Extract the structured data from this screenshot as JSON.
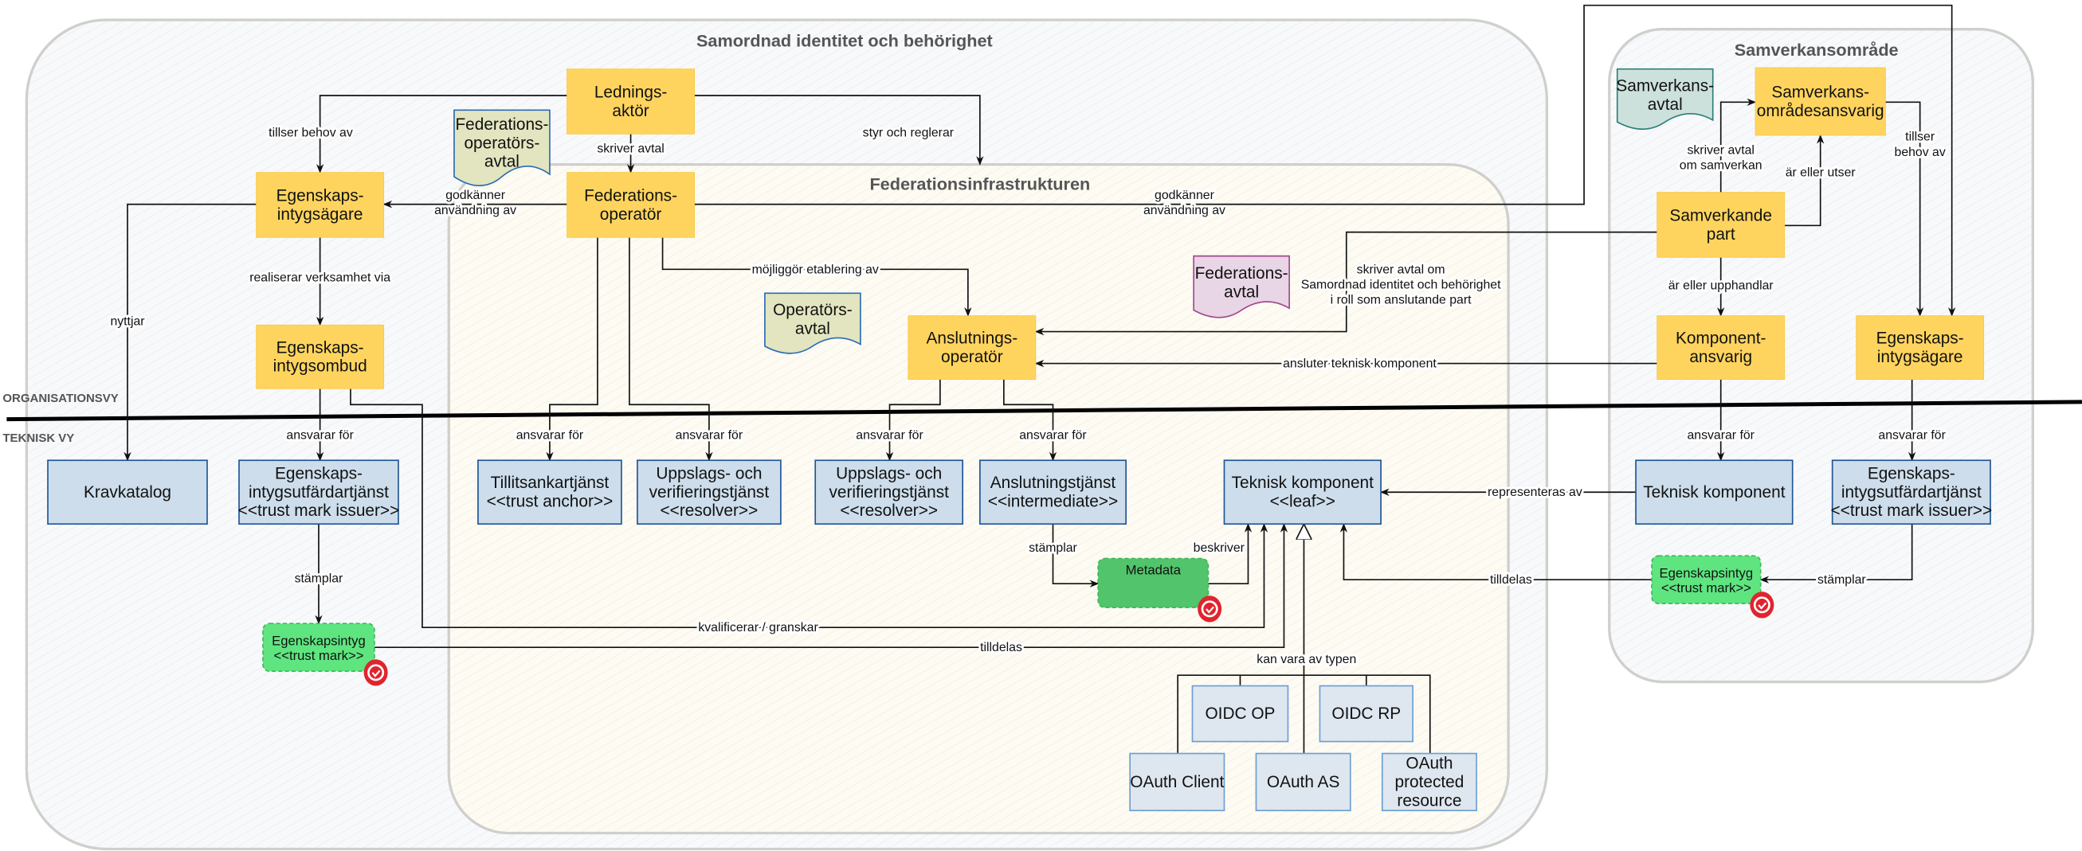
{
  "titles": {
    "samordnad": "Samordnad identitet och behörighet",
    "federation": "Federationsinfrastrukturen",
    "samverkan": "Samverkansområde"
  },
  "views": {
    "org": "ORGANISATIONSVY",
    "tech": "TEKNISK VY"
  },
  "nodes": {
    "ledningsaktor": [
      "Lednings-",
      "aktör"
    ],
    "federationsoperator": [
      "Federations-",
      "operatör"
    ],
    "egenskapsintygsagare_left": [
      "Egenskaps-",
      "intygsägare"
    ],
    "egenskapsintygsombud": [
      "Egenskaps-",
      "intygsombud"
    ],
    "anslutningsoperator": [
      "Anslutnings-",
      "operatör"
    ],
    "samverkansomradesansvarig": [
      "Samverkans-",
      "områdesansvarig"
    ],
    "samverkande_part": [
      "Samverkande",
      "part"
    ],
    "komponentansvarig": [
      "Komponent-",
      "ansvarig"
    ],
    "egenskapsintygsagare_right": [
      "Egenskaps-",
      "intygsägare"
    ],
    "federationsoperatorsavtal": [
      "Federations-",
      "operatörs-",
      "avtal"
    ],
    "operatorsavtal": [
      "Operatörs-",
      "avtal"
    ],
    "federationsavtal": [
      "Federations-",
      "avtal"
    ],
    "samverkansavtal": [
      "Samverkans-",
      "avtal"
    ],
    "kravkatalog": [
      "Kravkatalog"
    ],
    "utfardartjanst_left": [
      "Egenskaps-",
      "intygsutfärdartjänst",
      "<<trust mark issuer>>"
    ],
    "tillitsankartjanst": [
      "Tillitsankartjänst",
      "<<trust anchor>>"
    ],
    "uppslag1": [
      "Uppslags- och",
      "verifieringstjänst",
      "<<resolver>>"
    ],
    "uppslag2": [
      "Uppslags- och",
      "verifieringstjänst",
      "<<resolver>>"
    ],
    "anslutningstjanst": [
      "Anslutningstjänst",
      "<<intermediate>>"
    ],
    "teknisk_leaf": [
      "Teknisk komponent",
      "<<leaf>>"
    ],
    "teknisk_right": [
      "Teknisk komponent"
    ],
    "utfardartjanst_right": [
      "Egenskaps-",
      "intygsutfärdartjänst",
      "<<trust mark issuer>>"
    ],
    "metadata": [
      "Metadata"
    ],
    "trustmark_left": [
      "Egenskapsintyg",
      "<<trust mark>>"
    ],
    "trustmark_right": [
      "Egenskapsintyg",
      "<<trust mark>>"
    ],
    "oidc_op": [
      "OIDC OP"
    ],
    "oidc_rp": [
      "OIDC RP"
    ],
    "oauth_client": [
      "OAuth Client"
    ],
    "oauth_as": [
      "OAuth AS"
    ],
    "oauth_protected": [
      "OAuth",
      "protected",
      "resource"
    ]
  },
  "edge_labels": {
    "tillser_left": [
      "tillser behov av"
    ],
    "styr": [
      "styr och reglerar"
    ],
    "skriver_avtal": [
      "skriver avtal"
    ],
    "godkanner_left": [
      "godkänner",
      "användning av"
    ],
    "godkanner_right": [
      "godkänner",
      "användning av"
    ],
    "realiserar": [
      "realiserar verksamhet via"
    ],
    "nyttjar": [
      "nyttjar"
    ],
    "mojliggor": [
      "möjliggör etablering av"
    ],
    "skriver_ansl": [
      "skriver avtal om",
      "Samordnad identitet och behörighet",
      "i roll som anslutande part"
    ],
    "ansluter": [
      "ansluter teknisk komponent"
    ],
    "skriver_samv": [
      "skriver avtal",
      "om samverkan"
    ],
    "ar_utser": [
      "är eller utser"
    ],
    "tillser_right": [
      "tillser",
      "behov av"
    ],
    "upphandlar": [
      "är eller upphandlar"
    ],
    "ansvarar_1": [
      "ansvarar för"
    ],
    "ansvarar_2": [
      "ansvarar för"
    ],
    "ansvarar_3": [
      "ansvarar för"
    ],
    "ansvarar_4": [
      "ansvarar för"
    ],
    "ansvarar_5": [
      "ansvarar för"
    ],
    "ansvarar_6": [
      "ansvarar för"
    ],
    "ansvarar_7": [
      "ansvarar för"
    ],
    "stamplar_left": [
      "stämplar"
    ],
    "kvalificerar": [
      "kvalificerar / granskar"
    ],
    "tilldelas_left": [
      "tilldelas"
    ],
    "stamplar_meta": [
      "stämplar"
    ],
    "beskriver": [
      "beskriver"
    ],
    "representeras": [
      "representeras av"
    ],
    "tilldelas_right": [
      "tilldelas"
    ],
    "stamplar_right": [
      "stämplar"
    ],
    "kan_vara": [
      "kan vara av typen"
    ]
  },
  "colors": {
    "org_role": "#FFD45E",
    "tech_component": "#CDDDEB",
    "tech_border": "#1F5596",
    "component_type": "#DEE6EF",
    "trust_mark": "#5EE580",
    "metadata": "#52C46B",
    "lock_badge": "#E0242F",
    "agreement_federation": "#E2E5BF",
    "agreement_samverkan": "#CDE1DC",
    "agreement_federationsavtal": "#E8D5E5"
  },
  "icons": {
    "badge": "lock-check-icon"
  }
}
